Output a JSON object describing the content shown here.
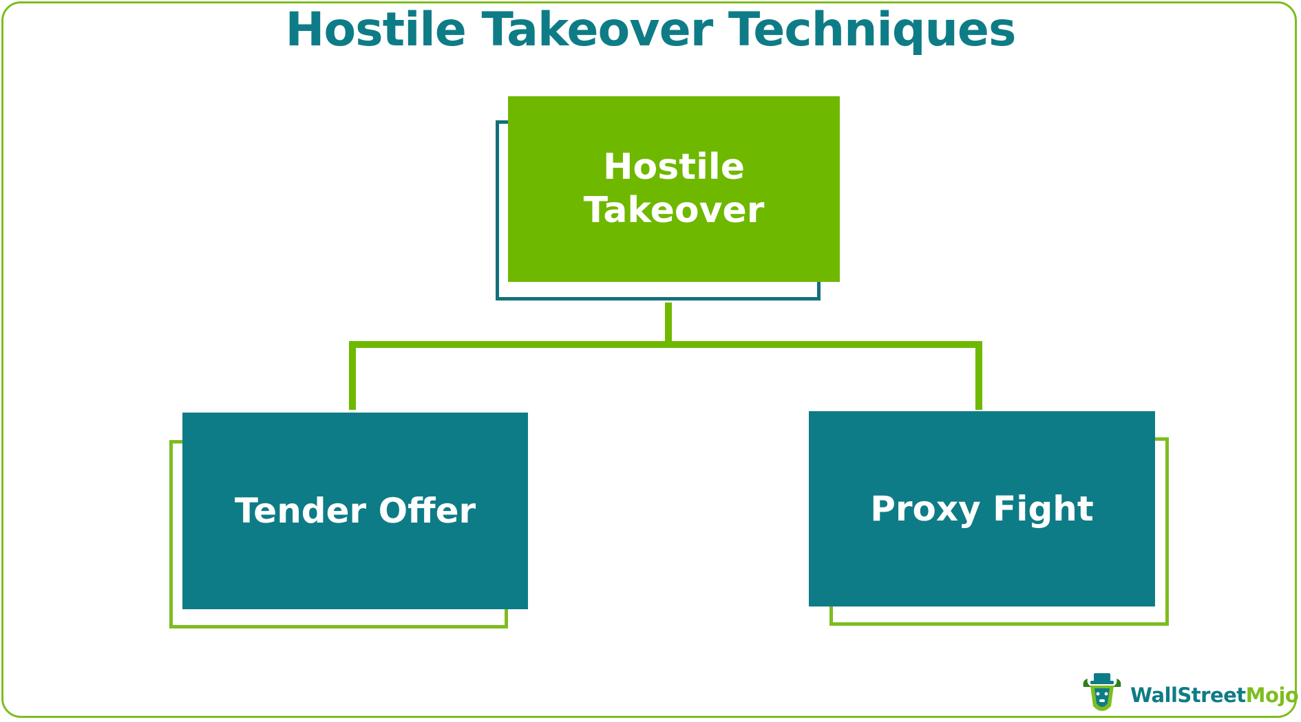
{
  "title": "Hostile Takeover Techniques",
  "diagram": {
    "root": {
      "label": "Hostile Takeover"
    },
    "children": [
      {
        "label": "Tender Offer"
      },
      {
        "label": "Proxy Fight"
      }
    ]
  },
  "brand": {
    "name_part1": "Wall",
    "name_part2": "Street",
    "name_part3": "Mojo"
  },
  "colors": {
    "teal": "#0e7c86",
    "green": "#6fb800",
    "logo_green": "#7dbd1e"
  }
}
